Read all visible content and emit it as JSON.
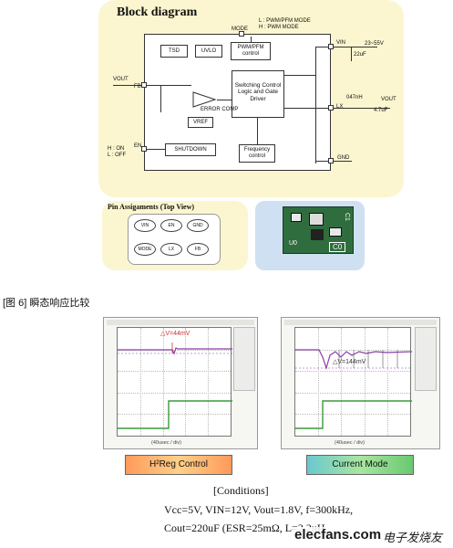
{
  "block_diagram": {
    "title": "Block diagram",
    "mode_pin": "MODE",
    "mode_note_line1": "L : PWM/PFM MODE",
    "mode_note_line2": "H : PWM MODE",
    "tsd": "TSD",
    "uvlo": "UVLO",
    "pwm_pfm_control": "PWM/PFM control",
    "vin_pin": "VIN",
    "vin_range": "23~55V",
    "vin_cap": "22uF",
    "vout_in": "VOUT",
    "fb_pin": "FB",
    "switching_logic": "Switching Control Logic and Gate Driver",
    "error_comp": "ERROR COMP",
    "vref": "VREF",
    "lx_pin": "LX",
    "inductor": "047nH",
    "vout_out": "VOUT",
    "vout_cap": "4.7uF",
    "en_pin": "EN",
    "en_h": "H : ON",
    "en_l": "L : OFF",
    "shutdown": "SHUTDOWN",
    "freq_control": "Frequency control",
    "gnd_pin": "GND"
  },
  "pin_assign": {
    "title": "Pin Assigaments (Top View)",
    "pins_row1": [
      "VIN",
      "EN",
      "GND"
    ],
    "pins_row2": [
      "MODE",
      "LX",
      "FB"
    ]
  },
  "pcb": {
    "c1": "C1",
    "u0": "U0",
    "c0": "C0"
  },
  "figure_caption": "[图 6] 瞬态响应比较",
  "scope_left": {
    "delta": "△V=44mV",
    "xlabel": "(40usec / div)"
  },
  "scope_right": {
    "delta": "△V=144mV",
    "xlabel": "(40usec / div)"
  },
  "label_left": "H²Reg Control",
  "label_right": "Current Mode",
  "conditions": {
    "title": "[Conditions]",
    "line1": "Vcc=5V, VIN=12V, Vout=1.8V, f=300kHz,",
    "line2": "Cout=220uF (ESR=25mΩ, L=2.2uH"
  },
  "watermark": {
    "site": "elecfans.com",
    "chinese": "电子发烧友"
  },
  "colors": {
    "panel_yellow": "#fbf6cf",
    "panel_blue": "#cfe0f2",
    "pcb_green": "#2f6d3f",
    "trace_purple": "#8a3fa8",
    "trace_green": "#3a9a3a",
    "delta_red": "#d03030",
    "label_left_grad": "#ffb070",
    "label_right_grad": "#7fd68a"
  }
}
